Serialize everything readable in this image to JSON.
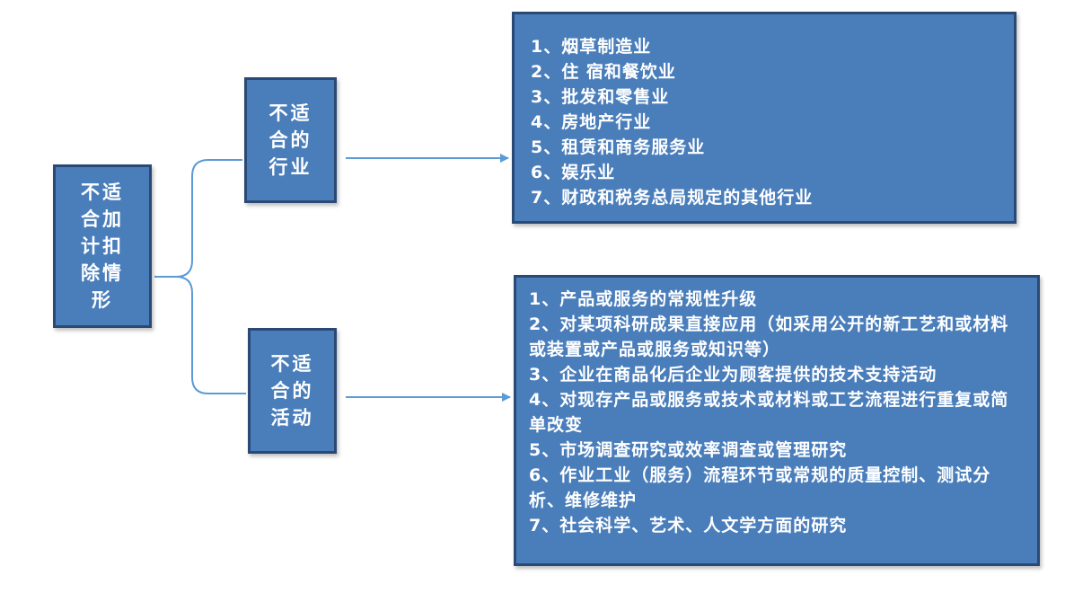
{
  "colors": {
    "box_fill": "#4a7ebb",
    "box_border": "#2a4a75",
    "connector": "#5b9bd5",
    "text": "#ffffff"
  },
  "root": {
    "lines": [
      "不适",
      "合加",
      "计扣",
      "除情",
      "形"
    ]
  },
  "branches": [
    {
      "label_lines": [
        "不适",
        "合的",
        "行业"
      ],
      "items": [
        "1、烟草制造业",
        "2、住 宿和餐饮业",
        "3、批发和零售业",
        "4、房地产行业",
        "5、租赁和商务服务业",
        "6、娱乐业",
        "7、财政和税务总局规定的其他行业"
      ]
    },
    {
      "label_lines": [
        "不适",
        "合的",
        "活动"
      ],
      "items": [
        "1、产品或服务的常规性升级",
        "2、对某项科研成果直接应用（如采用公开的新工艺和或材料或装置或产品或服务或知识等）",
        "3、企业在商品化后企业为顾客提供的技术支持活动",
        "4、对现存产品或服务或技术或材料或工艺流程进行重复或简单改变",
        "5、市场调查研究或效率调查或管理研究",
        "6、作业工业（服务）流程环节或常规的质量控制、测试分析、维修维护",
        "7、社会科学、艺术、人文学方面的研究"
      ]
    }
  ]
}
